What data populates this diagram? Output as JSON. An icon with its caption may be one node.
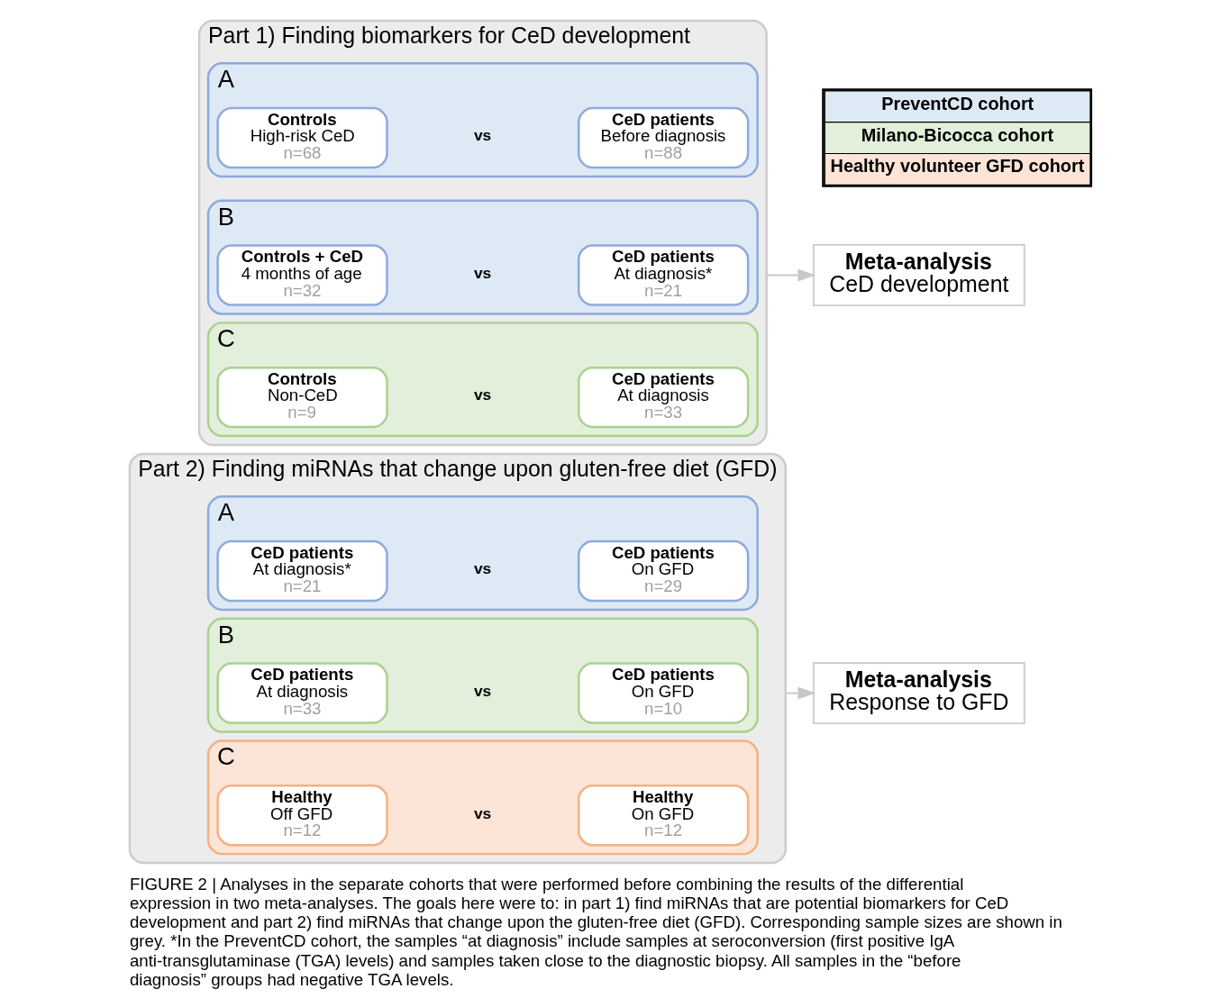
{
  "diagram": {
    "caption": "FIGURE 2 | Analyses in the separate cohorts that were performed before combining the results of the differential expression in two meta-analyses. The goals here were to: in part 1) find miRNAs that are potential biomarkers for CeD development and part 2) find miRNAs that change upon the gluten-free diet (GFD). Corresponding sample sizes are shown in grey. *In the PreventCD cohort, the samples “at diagnosis” include samples at seroconversion (first positive IgA anti-transglutaminase (TGA) levels) and samples taken close to the diagnostic biopsy. All samples in the “before diagnosis” groups had negative TGA levels.",
    "nodes": [
      {
        "text": [
          "Part 1) Finding biomarkers for CeD development"
        ]
      },
      {
        "text": [
          "A",
          "vs"
        ],
        "in": 0
      },
      {
        "text": [
          "Controls",
          "High-risk CeD",
          "n=68"
        ],
        "in": 1
      },
      {
        "text": [
          "CeD patients",
          "Before diagnosis",
          "n=88"
        ],
        "in": 1
      },
      {
        "text": [
          "B",
          "vs"
        ],
        "in": 0
      },
      {
        "text": [
          "Controls + CeD",
          "4 months of age",
          "n=32"
        ],
        "in": 4
      },
      {
        "text": [
          "CeD patients",
          "At diagnosis*",
          "n=21"
        ],
        "in": 4
      },
      {
        "text": [
          "C",
          "vs"
        ],
        "in": 0
      },
      {
        "text": [
          "Controls",
          "Non-CeD",
          "n=9"
        ],
        "in": 7
      },
      {
        "text": [
          "CeD patients",
          "At diagnosis",
          "n=33"
        ],
        "in": 7
      },
      {
        "text": [
          "Meta-analysis",
          "CeD development"
        ]
      },
      {
        "text": [
          "Part 2) Finding miRNAs that change upon gluten-free diet (GFD)"
        ]
      },
      {
        "text": [
          "A",
          "vs"
        ],
        "in": 11
      },
      {
        "text": [
          "CeD patients",
          "At diagnosis*",
          "n=21"
        ],
        "in": 12
      },
      {
        "text": [
          "CeD patients",
          "On GFD",
          "n=29"
        ],
        "in": 12
      },
      {
        "text": [
          "B",
          "vs"
        ],
        "in": 11
      },
      {
        "text": [
          "CeD patients",
          "At diagnosis",
          "n=33"
        ],
        "in": 15
      },
      {
        "text": [
          "CeD patients",
          "On GFD",
          "n=10"
        ],
        "in": 15
      },
      {
        "text": [
          "C",
          "vs"
        ],
        "in": 11
      },
      {
        "text": [
          "Healthy",
          "Off GFD",
          "n=12"
        ],
        "in": 18
      },
      {
        "text": [
          "Healthy",
          "On GFD",
          "n=12"
        ],
        "in": 18
      },
      {
        "text": [
          "Meta-analysis",
          "Response to GFD"
        ]
      }
    ],
    "edges": [
      {
        "from": 0,
        "to": 10,
        "arrow": "to",
        "color": "#c8c8c8"
      },
      {
        "from": 11,
        "to": 21,
        "arrow": "to",
        "color": "#c8c8c8"
      }
    ],
    "legend": [
      {
        "text": "PreventCD cohort",
        "color": "#dde9f5"
      },
      {
        "text": "Milano-Bicocca cohort",
        "color": "#e2efda"
      },
      {
        "text": "Healthy volunteer GFD cohort",
        "color": "#fce4d6"
      }
    ]
  }
}
